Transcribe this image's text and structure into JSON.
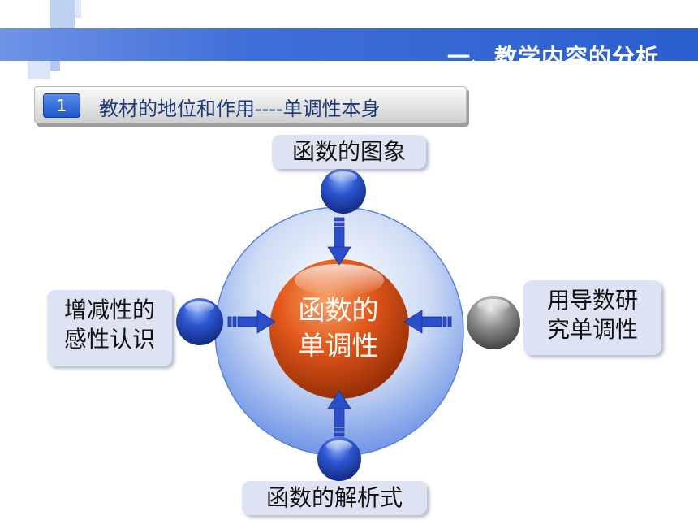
{
  "header": {
    "title": "一、教学内容的分析"
  },
  "section": {
    "number": "1",
    "text": "教材的地位和作用----单调性本身"
  },
  "diagram": {
    "center": {
      "line1": "函数的",
      "line2": "单调性"
    },
    "top": "函数的图象",
    "bottom": "函数的解析式",
    "left": {
      "line1": "增减性的",
      "line2": "感性认识"
    },
    "right": {
      "line1": "用导数研",
      "line2": "究单调性"
    }
  },
  "colors": {
    "band": "#2a5fcf",
    "center_sphere": "#e2571a",
    "blue_sphere": "#1d3fb0",
    "grey_sphere": "#6b6b6b",
    "arrow": "#2c4fc9",
    "label_bg": "#dde3f3"
  }
}
